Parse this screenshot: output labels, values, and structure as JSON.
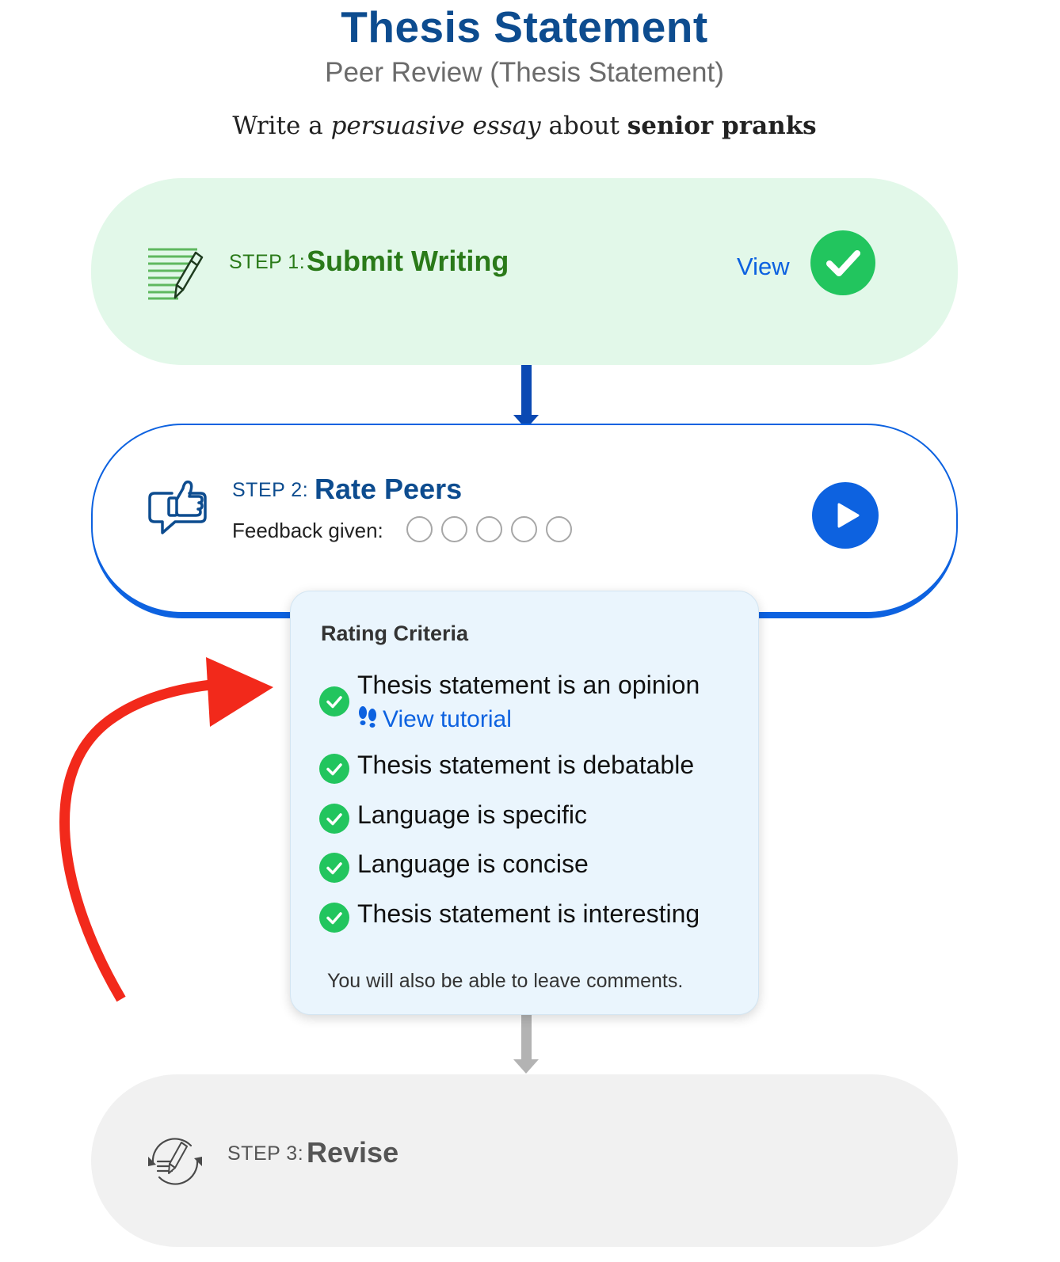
{
  "header": {
    "title": "Thesis Statement",
    "subtitle": "Peer Review (Thesis Statement)",
    "prompt": {
      "prefix": "Write a",
      "genre": "persuasive essay",
      "middle": "about",
      "topic": "senior pranks"
    }
  },
  "steps": {
    "step1": {
      "label": "STEP 1:",
      "name": "Submit Writing",
      "view_link": "View",
      "status": "complete",
      "icon": "writing-pencil-icon"
    },
    "step2": {
      "label": "STEP 2:",
      "name": "Rate Peers",
      "feedback_label": "Feedback given:",
      "feedback_given": 0,
      "feedback_total": 5,
      "status": "active",
      "icon": "thumbs-up-speech-icon"
    },
    "step3": {
      "label": "STEP 3:",
      "name": "Revise",
      "status": "locked",
      "icon": "revise-cycle-icon"
    }
  },
  "criteria": {
    "title": "Rating Criteria",
    "items": [
      "Thesis statement is an opinion",
      "Thesis statement is debatable",
      "Language is specific",
      "Language is concise",
      "Thesis statement is interesting"
    ],
    "tutorial_link": "View tutorial",
    "comments_note": "You will also be able to leave comments."
  },
  "colors": {
    "title_blue": "#0d4c8f",
    "step1_bg": "#e2f8e9",
    "step1_green": "#2a7a19",
    "check_green": "#22c55e",
    "active_blue": "#0d62e0",
    "step3_bg": "#f1f1f1",
    "annotation_red": "#f2291b"
  }
}
